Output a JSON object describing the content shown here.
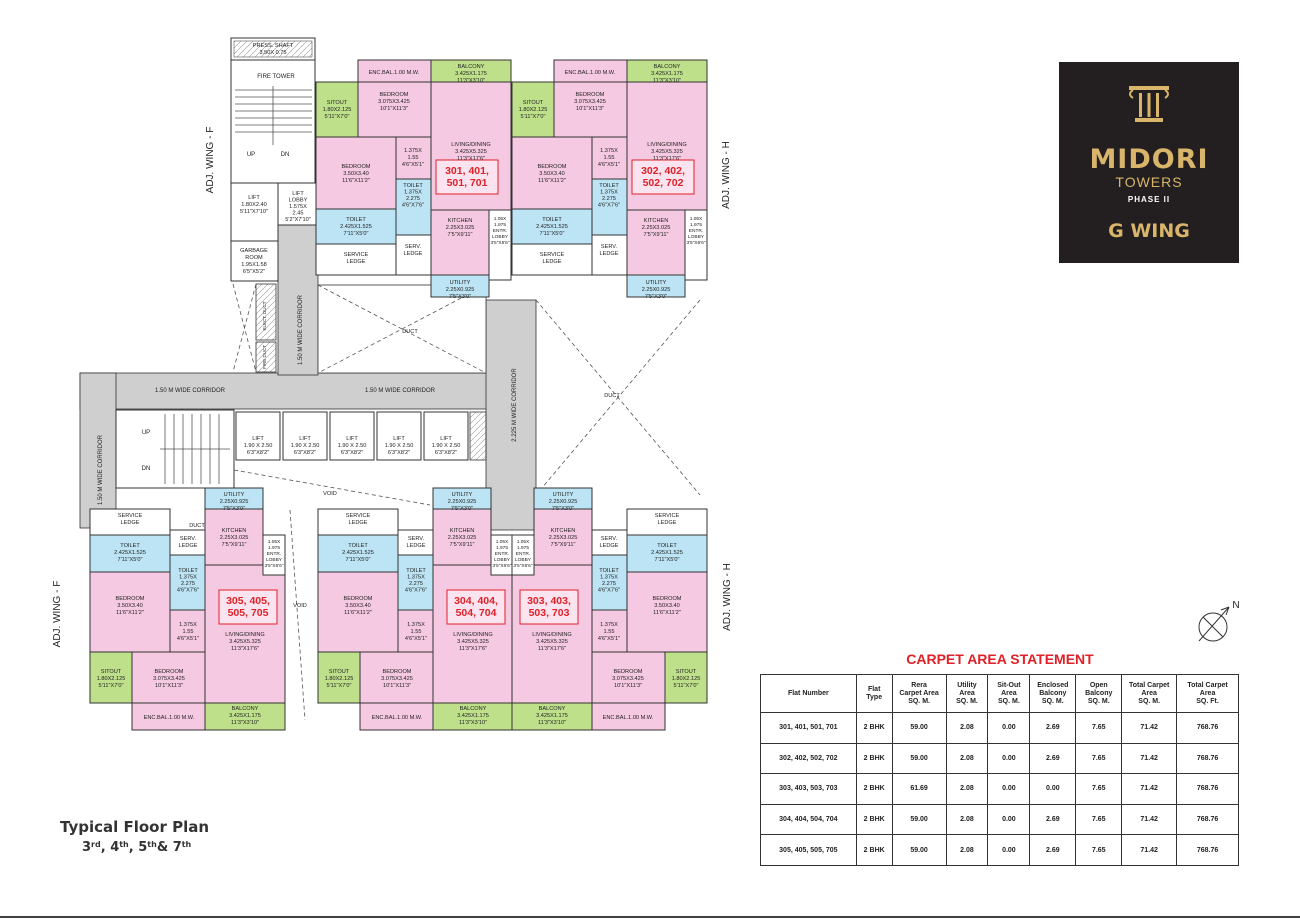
{
  "logo": {
    "name": "MIDORI",
    "sub": "TOWERS",
    "phase": "PHASE II",
    "wing": "G WING"
  },
  "floor_plan": {
    "title": "Typical Floor Plan",
    "floors": [
      {
        "num": "3",
        "sup": "rd",
        "sep": ", "
      },
      {
        "num": "4",
        "sup": "th",
        "sep": ", "
      },
      {
        "num": "5",
        "sup": "th",
        "sep": "& "
      },
      {
        "num": "7",
        "sup": "th",
        "sep": ""
      }
    ]
  },
  "north": "N",
  "adj_labels": [
    "ADJ. WING - F",
    "ADJ. WING - H",
    "ADJ. WING - F",
    "ADJ. WING - H"
  ],
  "core": {
    "press_shaft": [
      "PRESS. SHAFT",
      "3.50X 0.75"
    ],
    "fire_tower": "FIRE TOWER",
    "up": "UP",
    "dn": "DN",
    "lift_top": [
      "LIFT",
      "1.80X2.40",
      "5'11\"X7'10\""
    ],
    "lift_lobby": [
      "LIFT",
      "LOBBY",
      "1.575X",
      "2.45",
      "5'2\"X7'10\""
    ],
    "garbage": [
      "GARBAGE",
      "ROOM",
      "1.95X1.58",
      "6'5\"X5'2\""
    ],
    "elect_duct": "ELECT. DUCT",
    "fire_duct": "FIRE DUCT",
    "corridor_v_left_top": "1.50 M WIDE CORRIDOR",
    "corridor_h1": "1.50 M WIDE CORRIDOR",
    "corridor_h2": "1.50 M WIDE CORRIDOR",
    "corridor_v_left": "1.50 M WIDE CORRIDOR",
    "corridor_center": "2.225 M WIDE CORRIDOR",
    "up2": "UP",
    "dn2": "DN",
    "lift_label": "LIFT",
    "lift_dim": "1.90 X 2.50",
    "lift_ft": "6'3\"X8'2\"",
    "duct": "DUCT",
    "void": "VOID",
    "duct_small": "DUCT"
  },
  "room_labels": {
    "balcony": "BALCONY",
    "balcony_dim": "3.425X1.175",
    "balcony_ft": "11'3\"X3'10\"",
    "enc_bal": "ENC.BAL.1.00 M.W.",
    "sitout": "SITOUT",
    "sitout_dim": "1.80X2.125",
    "sitout_ft": "5'11\"X7'0\"",
    "bedroom": "BEDROOM",
    "bed1_dim": "3.075X3.425",
    "bed1_ft": "10'1\"X11'3\"",
    "bed2_dim": "3.50X3.40",
    "bed2_ft": "11'6\"X11'2\"",
    "living": "LIVING/DINING",
    "living_dim": "3.425X5.325",
    "living_ft": "11'3\"X17'6\"",
    "pass_dim": "1.375X",
    "pass_dim2": "1.55",
    "pass_ft": "4'6\"X5'1\"",
    "toilet": "TOILET",
    "toilet1_dim": "1.375X",
    "toilet1_dim2": "2.275",
    "toilet1_ft": "4'6\"X7'6\"",
    "toilet2_dim": "2.425X1.525",
    "toilet2_ft": "7'11\"X5'0\"",
    "kitchen": "KITCHEN",
    "kitchen_dim": "2.25X3.025",
    "kitchen_ft": "7'5\"X9'11\"",
    "utility": "UTILITY",
    "utility_dim": "2.25X0.925",
    "utility_ft": "7'5\"X3'0\"",
    "service_ledge": [
      "SERVICE",
      "LEDGE"
    ],
    "serv_ledge": [
      "SERV.",
      "LEDGE"
    ],
    "entr": [
      "1.05X",
      "1.975",
      "ENTR.",
      "LOBBY",
      "3'5\"X6'6\""
    ]
  },
  "flats": [
    [
      "301, 401,",
      "501, 701"
    ],
    [
      "302, 402,",
      "502, 702"
    ],
    [
      "305, 405,",
      "505, 705"
    ],
    [
      "304, 404,",
      "504, 704"
    ],
    [
      "303, 403,",
      "503, 703"
    ]
  ],
  "carpet": {
    "title": "CARPET AREA STATEMENT",
    "headers": [
      [
        "Flat Number"
      ],
      [
        "Flat",
        "Type"
      ],
      [
        "Rera",
        "Carpet Area",
        "SQ. M."
      ],
      [
        "Utility",
        "Area",
        "SQ. M."
      ],
      [
        "Sit-Out",
        "Area",
        "SQ. M."
      ],
      [
        "Enclosed",
        "Balcony",
        "SQ. M."
      ],
      [
        "Open",
        "Balcony",
        "SQ. M."
      ],
      [
        "Total Carpet",
        "Area",
        "SQ. M."
      ],
      [
        "Total Carpet",
        "Area",
        "SQ. Ft."
      ]
    ],
    "rows": [
      [
        "301, 401, 501, 701",
        "2 BHK",
        "59.00",
        "2.08",
        "0.00",
        "2.69",
        "7.65",
        "71.42",
        "768.76"
      ],
      [
        "302, 402, 502, 702",
        "2 BHK",
        "59.00",
        "2.08",
        "0.00",
        "2.69",
        "7.65",
        "71.42",
        "768.76"
      ],
      [
        "303, 403, 503, 703",
        "2 BHK",
        "61.69",
        "2.08",
        "0.00",
        "0.00",
        "7.65",
        "71.42",
        "768.76"
      ],
      [
        "304, 404, 504, 704",
        "2 BHK",
        "59.00",
        "2.08",
        "0.00",
        "2.69",
        "7.65",
        "71.42",
        "768.76"
      ],
      [
        "305, 405, 505, 705",
        "2 BHK",
        "59.00",
        "2.08",
        "0.00",
        "2.69",
        "7.65",
        "71.42",
        "768.76"
      ]
    ]
  },
  "colors": {
    "pink": "#f6c9e2",
    "green": "#bfe08a",
    "blue": "#bde4f4",
    "grey": "#cfcfcf",
    "red": "#e02128",
    "logo_bg": "#231f20",
    "gold": "#d8b56a"
  }
}
